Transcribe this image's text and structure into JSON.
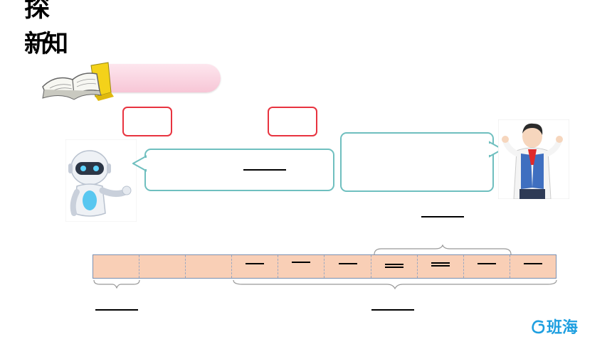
{
  "heading": {
    "line1": "探",
    "line2": "新知"
  },
  "logo": {
    "text": "班海"
  },
  "bar_model": {
    "segments": 10,
    "marked_from_segment": 4
  }
}
